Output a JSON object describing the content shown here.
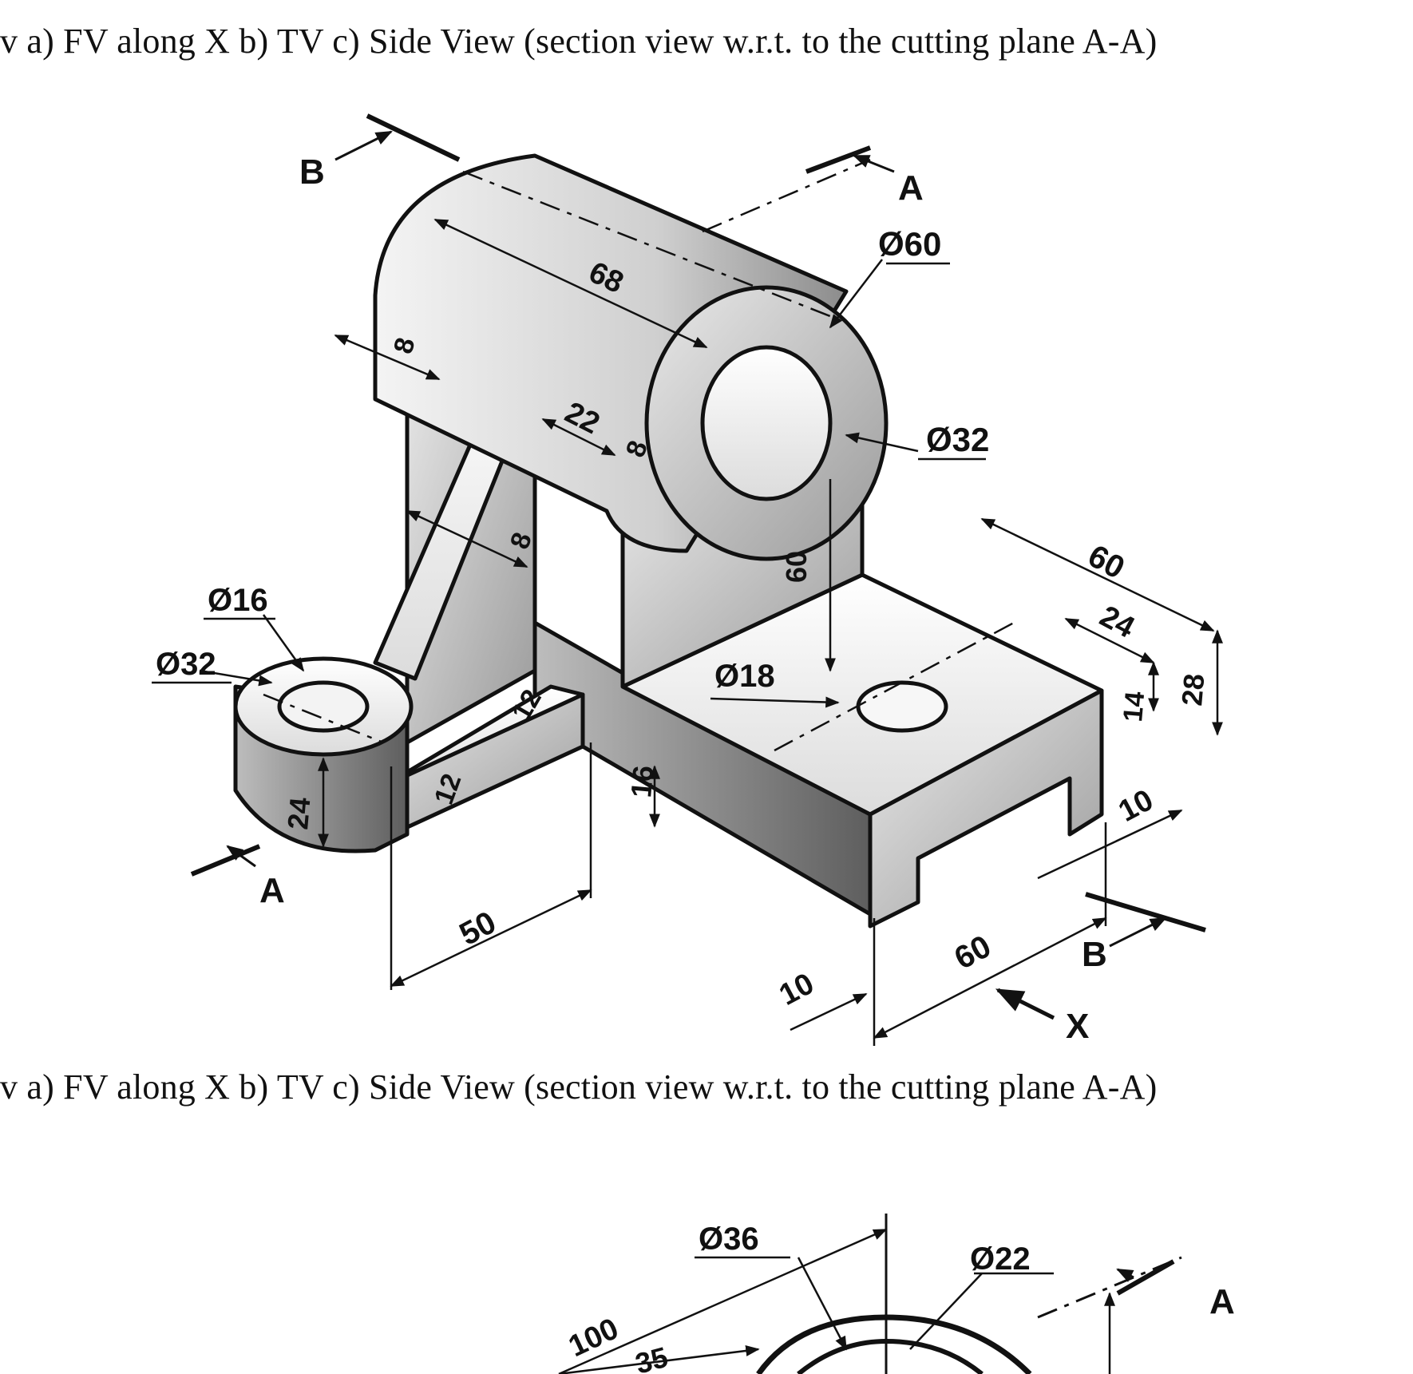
{
  "captions": {
    "top": "v a) FV along X b) TV c) Side View (section view w.r.t. to the cutting plane A-A)",
    "middle": "v a) FV along X b) TV c) Side View (section view w.r.t. to the cutting plane A-A)"
  },
  "figure1": {
    "section_labels": {
      "b_top": "B",
      "a_top": "A",
      "a_bottom": "A",
      "b_bottom": "B",
      "view_arrow": "X"
    },
    "dimensions": {
      "d60_top": "Ø60",
      "d32_right": "Ø32",
      "len68": "68",
      "t8_top": "8",
      "d22": "22",
      "d8_mid": "8",
      "rib8": "8",
      "h60": "60",
      "d16": "Ø16",
      "d32_left": "Ø32",
      "d18": "Ø18",
      "r12_top": "12",
      "r12_side": "12",
      "h24": "24",
      "h16": "16",
      "w50": "50",
      "w60_right": "60",
      "w24": "24",
      "h14": "14",
      "h28": "28",
      "w10_right": "10",
      "w60_bottom": "60",
      "w10_bottom": "10"
    }
  },
  "figure2": {
    "section_labels": {
      "a_top": "A"
    },
    "dimensions": {
      "d36": "Ø36",
      "d22": "Ø22",
      "l100": "100",
      "l35": "35"
    }
  }
}
